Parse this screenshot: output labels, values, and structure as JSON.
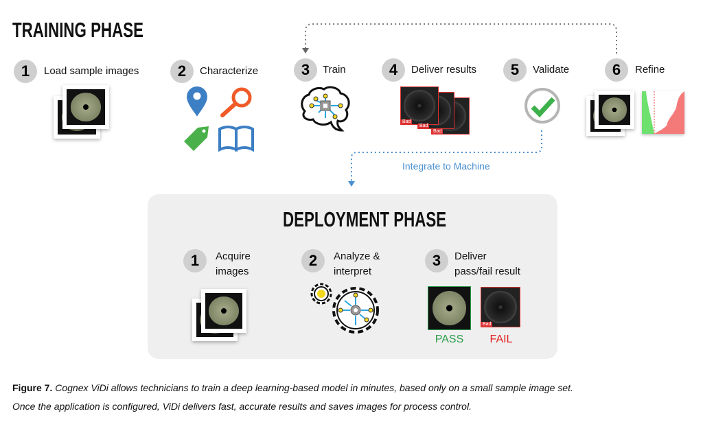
{
  "training": {
    "title": "TRAINING PHASE",
    "steps": [
      {
        "num": "1",
        "label": "Load sample images"
      },
      {
        "num": "2",
        "label": "Characterize"
      },
      {
        "num": "3",
        "label": "Train"
      },
      {
        "num": "4",
        "label": "Deliver results"
      },
      {
        "num": "5",
        "label": "Validate"
      },
      {
        "num": "6",
        "label": "Refine"
      }
    ],
    "bad_tag": "Bad",
    "integrate_label": "Integrate to Machine"
  },
  "deployment": {
    "title": "DEPLOYMENT PHASE",
    "steps": [
      {
        "num": "1",
        "line1": "Acquire",
        "line2": "images"
      },
      {
        "num": "2",
        "line1": "Analyze &",
        "line2": "interpret"
      },
      {
        "num": "3",
        "line1": "Deliver",
        "line2": "pass/fail result"
      }
    ],
    "pass_label": "PASS",
    "fail_label": "FAIL",
    "bad_tag": "Bad"
  },
  "caption": {
    "figure": "Figure 7.",
    "line1": " Cognex ViDi allows technicians to train a deep learning-based model in minutes, based only on a small sample image set.",
    "line2": "Once the application is configured, ViDi delivers fast, accurate results and saves images for process control."
  },
  "colors": {
    "pass": "#2a9d4a",
    "fail": "#e02020",
    "integrate": "#4a8fd0",
    "box": "#efefef"
  }
}
